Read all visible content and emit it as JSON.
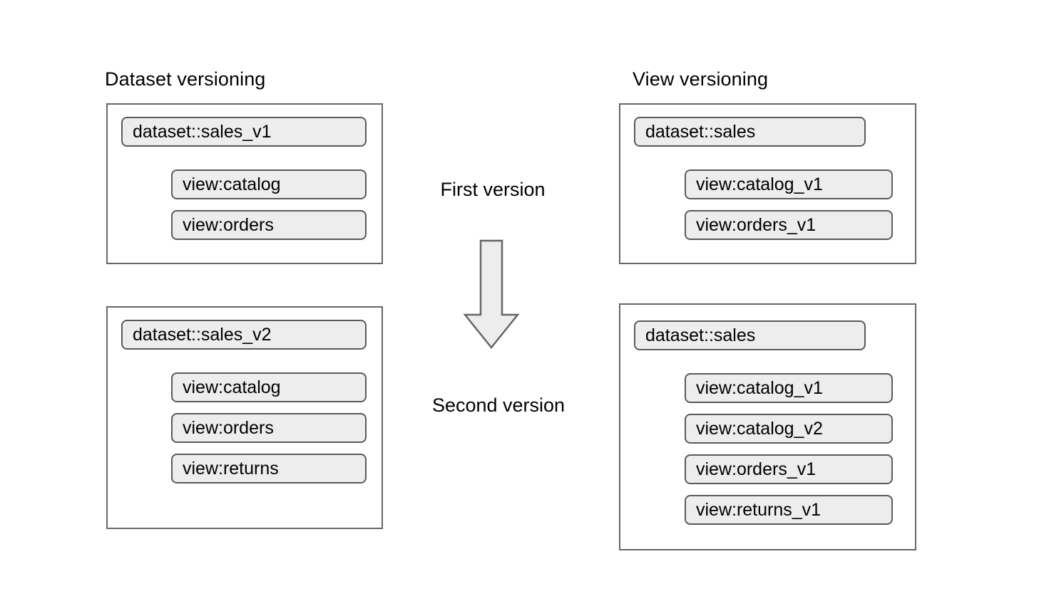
{
  "diagram": {
    "title_left": "Dataset versioning",
    "title_right": "View versioning",
    "center": {
      "first_label": "First version",
      "second_label": "Second version",
      "arrow_icon": "down-arrow-icon",
      "arrow_direction": "down"
    },
    "colors": {
      "pill_fill": "#ededed",
      "pill_border": "#5a5a5a",
      "box_border": "#666666",
      "arrow_fill": "#ededed",
      "arrow_border": "#666666",
      "text": "#000000",
      "background": "#ffffff"
    },
    "columns": [
      {
        "name": "dataset-versioning",
        "title": "Dataset versioning",
        "groups": [
          {
            "name": "dataset-versioning-first-version",
            "version_stage": "First version",
            "dataset": "dataset::sales_v1",
            "views": [
              "view:catalog",
              "view:orders"
            ]
          },
          {
            "name": "dataset-versioning-second-version",
            "version_stage": "Second version",
            "dataset": "dataset::sales_v2",
            "views": [
              "view:catalog",
              "view:orders",
              "view:returns"
            ]
          }
        ]
      },
      {
        "name": "view-versioning",
        "title": "View versioning",
        "groups": [
          {
            "name": "view-versioning-first-version",
            "version_stage": "First version",
            "dataset": "dataset::sales",
            "views": [
              "view:catalog_v1",
              "view:orders_v1"
            ]
          },
          {
            "name": "view-versioning-second-version",
            "version_stage": "Second version",
            "dataset": "dataset::sales",
            "views": [
              "view:catalog_v1",
              "view:catalog_v2",
              "view:orders_v1",
              "view:returns_v1"
            ]
          }
        ]
      }
    ]
  }
}
